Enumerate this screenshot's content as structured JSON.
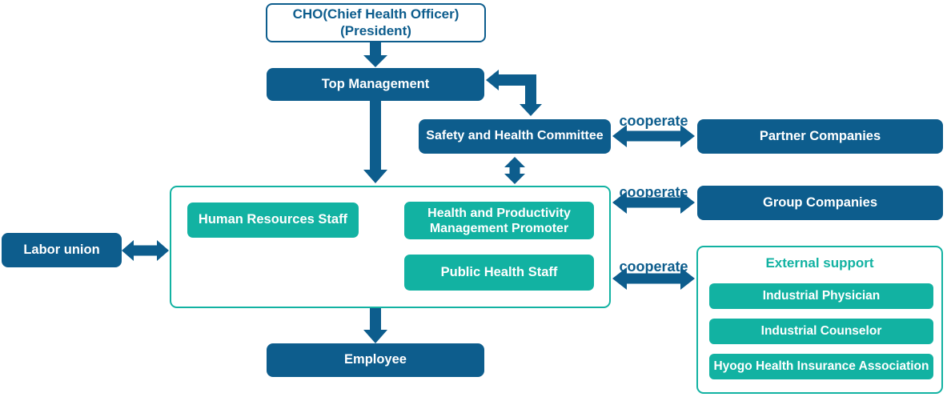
{
  "palette": {
    "dark_blue": "#0d5d8d",
    "teal": "#12b2a2"
  },
  "nodes": {
    "cho": {
      "line1": "CHO(Chief Health Officer)",
      "line2": "(President)"
    },
    "top_management": {
      "label": "Top Management"
    },
    "safety_committee": {
      "label": "Safety and Health Committee"
    },
    "partner_companies": {
      "label": "Partner Companies"
    },
    "group_companies": {
      "label": "Group Companies"
    },
    "labor_union": {
      "label": "Labor union"
    },
    "employee": {
      "label": "Employee"
    },
    "human_resources": {
      "label": "Human Resources Staff"
    },
    "promoter": {
      "line1": "Health and Productivity",
      "line2": "Management Promoter"
    },
    "public_health": {
      "label": "Public Health Staff"
    },
    "external_support": {
      "title": "External support",
      "items": [
        "Industrial Physician",
        "Industrial Counselor",
        "Hyogo Health Insurance Association"
      ]
    }
  },
  "labels": {
    "cooperate_top": "cooperate",
    "cooperate_middle": "cooperate",
    "cooperate_bottom": "cooperate"
  }
}
